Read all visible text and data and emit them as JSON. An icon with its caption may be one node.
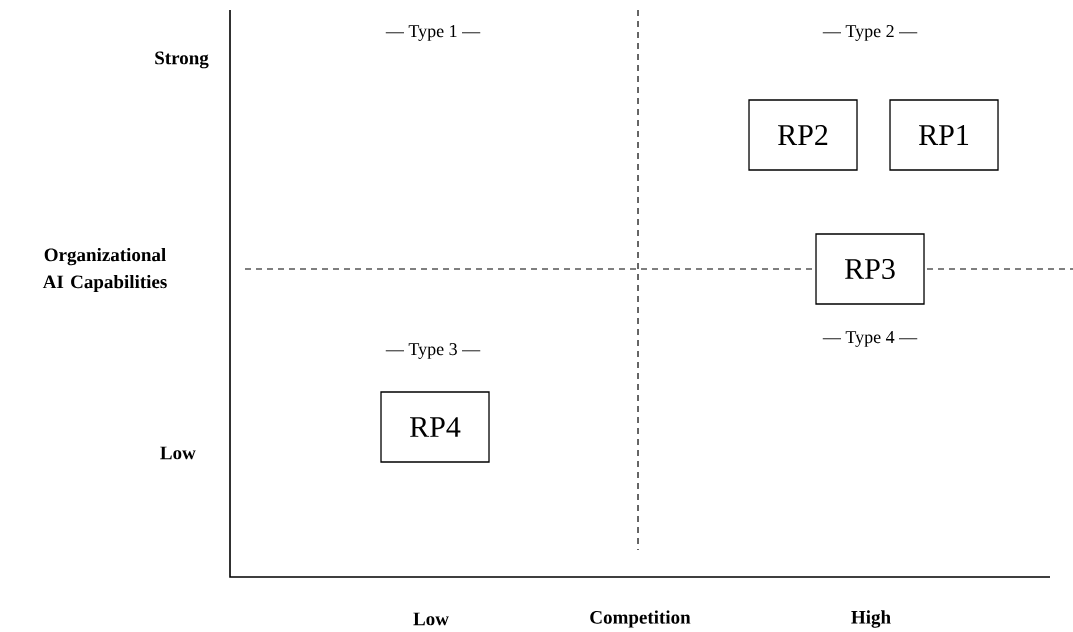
{
  "diagram": {
    "nodes": [
      {
        "text": [
          "RP2"
        ]
      },
      {
        "text": [
          "RP1"
        ]
      },
      {
        "text": [
          "RP3"
        ]
      },
      {
        "text": [
          "RP4"
        ]
      }
    ],
    "labels": [
      "— Type 1 —",
      "— Type 2 —",
      "Strong",
      "Organizational AI Capabilities",
      "— Type 3 —",
      "— Type 4 —",
      "Low",
      "Low",
      "Competition",
      "High"
    ]
  }
}
